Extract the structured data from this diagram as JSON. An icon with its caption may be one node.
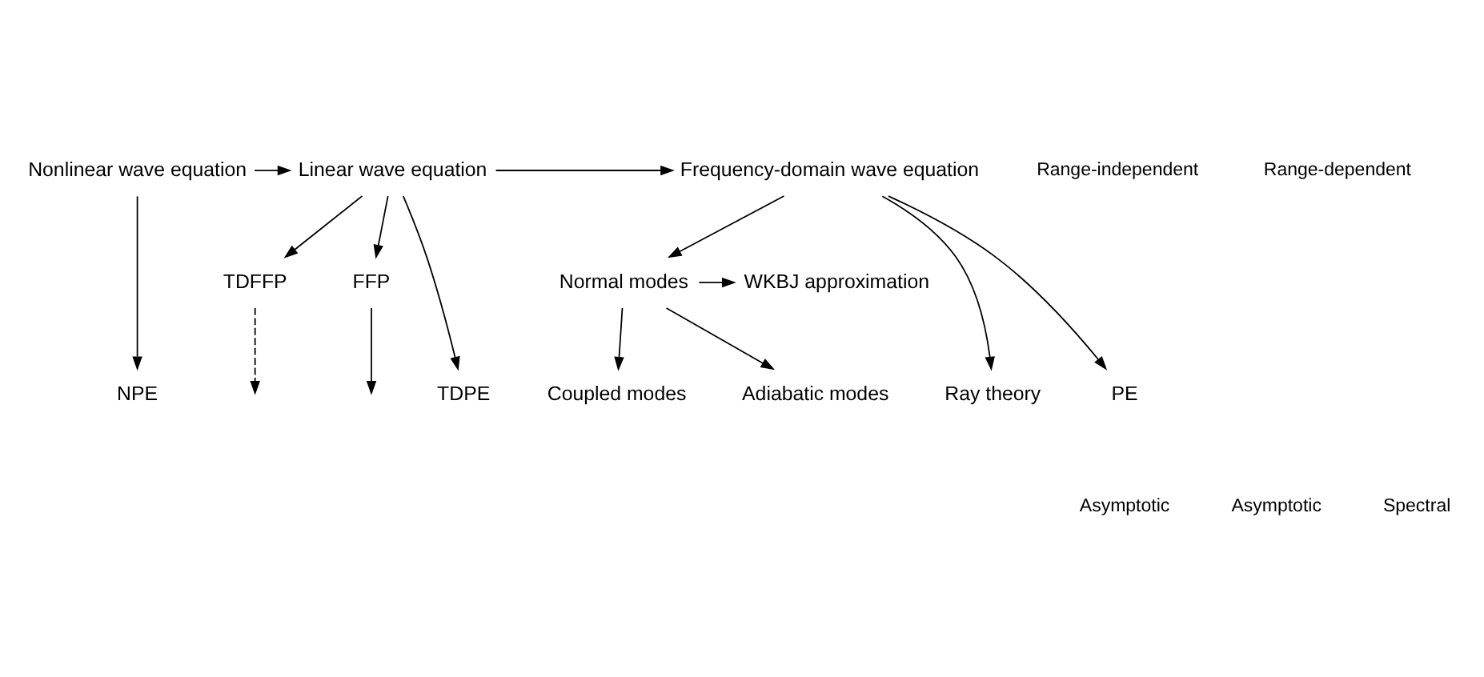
{
  "diagram": {
    "nodes": [
      {
        "text": [
          "Nonlinear wave equation"
        ]
      },
      {
        "text": [
          "Linear wave equation"
        ]
      },
      {
        "text": [
          "Frequency-domain wave equation"
        ]
      },
      {
        "text": [
          "TDFFP"
        ]
      },
      {
        "text": [
          "FFP"
        ]
      },
      {
        "text": [
          "Normal modes"
        ]
      },
      {
        "text": [
          "WKBJ approximation"
        ]
      },
      {
        "text": [
          "NPE"
        ]
      },
      {
        "text": [
          "TDPE"
        ]
      },
      {
        "text": [
          "Coupled modes"
        ]
      },
      {
        "text": [
          "Adiabatic modes"
        ]
      },
      {
        "text": [
          "Ray theory"
        ]
      },
      {
        "text": [
          "PE"
        ]
      }
    ],
    "edges": [
      {
        "from": 0,
        "to": 1,
        "arrow": "to"
      },
      {
        "from": 1,
        "to": 2,
        "arrow": "to"
      },
      {
        "from": 0,
        "to": 7,
        "arrow": "to"
      },
      {
        "from": 1,
        "to": 8,
        "arrow": "to"
      },
      {
        "from": 1,
        "to": 3,
        "arrow": "to"
      },
      {
        "from": 1,
        "to": 4,
        "arrow": "to"
      },
      {
        "from": 2,
        "to": 5,
        "arrow": "to"
      },
      {
        "from": 2,
        "to": 11,
        "arrow": "to"
      },
      {
        "from": 2,
        "to": 12,
        "arrow": "to"
      },
      {
        "from": 3,
        "to": null,
        "arrow": "to",
        "style": "dashed"
      },
      {
        "from": 4,
        "to": null,
        "arrow": "to"
      },
      {
        "from": 5,
        "to": 9,
        "arrow": "to"
      },
      {
        "from": 5,
        "to": 6,
        "arrow": "to"
      },
      {
        "from": 5,
        "to": 10,
        "arrow": "to"
      }
    ],
    "labels": [
      "Range-independent",
      "Range-dependent",
      "Asymptotic",
      "Asymptotic",
      "Spectral"
    ]
  }
}
